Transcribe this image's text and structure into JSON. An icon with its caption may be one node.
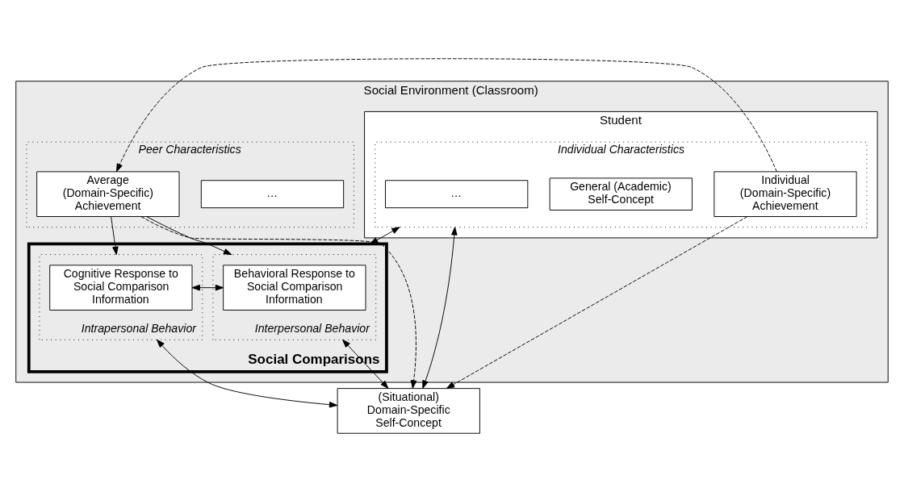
{
  "diagram": {
    "nodes": [
      {
        "text": [
          "Social Environment (Classroom)"
        ]
      },
      {
        "text": [
          "Student"
        ],
        "in": 0
      },
      {
        "text": [
          "Individual Characteristics"
        ],
        "in": 1
      },
      {
        "text": [
          "Individual (Domain-Specific) Achievement"
        ],
        "in": 2
      },
      {
        "text": [
          "General (Academic) Self-Concept"
        ],
        "in": 2
      },
      {
        "text": [
          "…"
        ],
        "in": 2
      },
      {
        "text": [
          "Peer Characteristics"
        ],
        "in": 0
      },
      {
        "text": [
          "…"
        ],
        "in": 6
      },
      {
        "text": [
          "Average (Domain-Specific) Achievement"
        ],
        "in": 6
      },
      {
        "text": [
          "Social Comparisons"
        ],
        "in": 0
      },
      {
        "text": [
          "Intrapersonal Behavior"
        ],
        "in": 9
      },
      {
        "text": [
          "Cognitive Response to Social Comparison Information"
        ],
        "in": 10
      },
      {
        "text": [
          "Interpersonal Behavior"
        ],
        "in": 9
      },
      {
        "text": [
          "Behavioral Response to Social Comparison Information"
        ],
        "in": 12
      },
      {
        "text": [
          "(Situational) Domain-Specific Self-Concept"
        ]
      }
    ],
    "edges": [
      {
        "from": 3,
        "to": 8,
        "arrow": "to",
        "style": "dashed"
      },
      {
        "from": 3,
        "to": 14,
        "arrow": "to",
        "style": "dashed"
      },
      {
        "from": 2,
        "to": 9,
        "arrow": "both"
      },
      {
        "from": 8,
        "to": 10,
        "arrow": "to"
      },
      {
        "from": 8,
        "to": 12,
        "arrow": "to"
      },
      {
        "from": 8,
        "to": 14,
        "arrow": "to",
        "style": "dashed"
      },
      {
        "from": 11,
        "to": 13,
        "arrow": "both"
      },
      {
        "from": 10,
        "to": 14,
        "arrow": "both"
      },
      {
        "from": 2,
        "to": 14,
        "arrow": "both"
      },
      {
        "from": 12,
        "to": 14,
        "arrow": "both"
      }
    ]
  }
}
